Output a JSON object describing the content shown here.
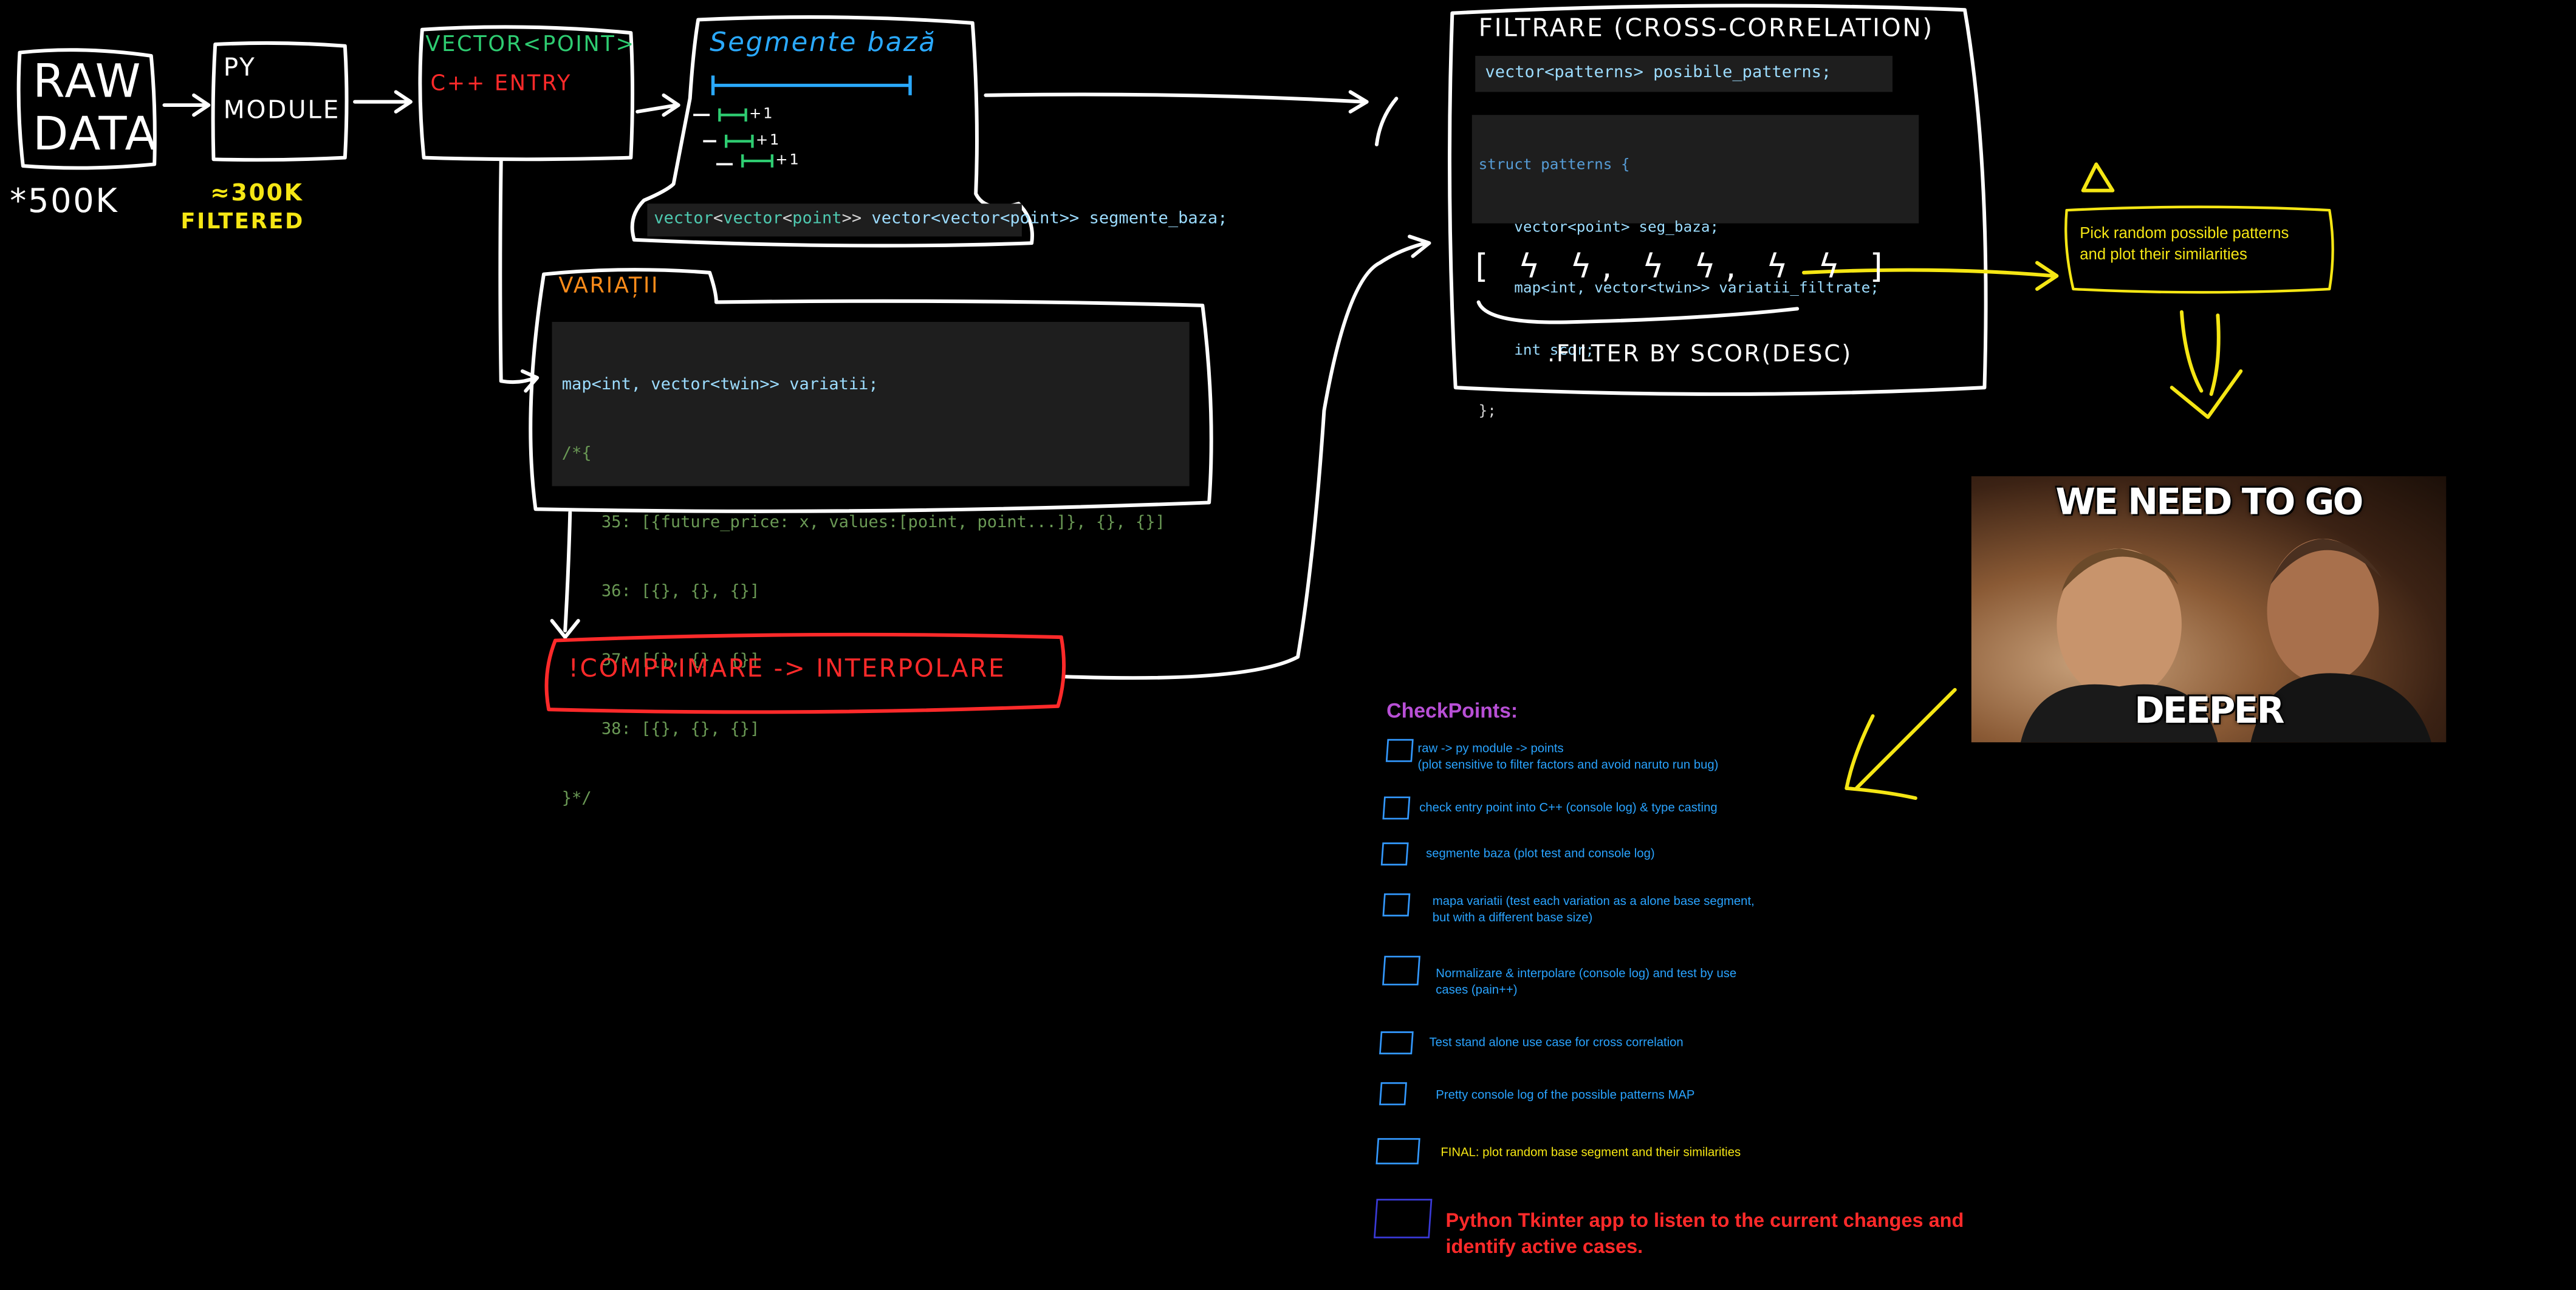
{
  "raw": {
    "label_line1": "RAW",
    "label_line2": "DATA",
    "count": "*500K"
  },
  "py": {
    "label_line1": "PY",
    "label_line2": "MODULE",
    "count": "≈300K",
    "sub": "FILTERED"
  },
  "entry": {
    "title": "VECTOR<POINT>",
    "sub": "C++ ENTRY"
  },
  "segmente": {
    "title": "Segmente bază",
    "marks": [
      "+1",
      "+1",
      "+1"
    ],
    "code": "vector<vector<point>> segmente_baza;"
  },
  "variatii": {
    "title": "VARIAȚII",
    "code_decl": "map<int, vector<twin>> variatii;",
    "code_lines": [
      "/*{",
      "    35: [{future_price: x, values:[point, point...]}, {}, {}]",
      "    36: [{}, {}, {}]",
      "    37: [{}, {}, {}]",
      "    38: [{}, {}, {}]",
      "}*/"
    ]
  },
  "compress": {
    "label": "!COMPRIMARE -> INTERPOLARE"
  },
  "filtrare": {
    "title": "FILTRARE (CROSS-CORRELATION)",
    "code1": "vector<patterns> posibile_patterns;",
    "struct_lines": [
      "struct patterns {",
      "    vector<point> seg_baza;",
      "    map<int, vector<twin>> variatii_filtrate;",
      "    int scor;",
      "};"
    ],
    "sketch": "[ ϟ ϟ, ϟ ϟ, ϟ ϟ ]",
    "filter_label": ".FILTER BY SCOR(DESC)"
  },
  "note": {
    "text_line1": "Pick random possible patterns",
    "text_line2": "and plot their similarities"
  },
  "meme": {
    "top": "WE NEED TO GO",
    "bottom": "DEEPER"
  },
  "checkpoints": {
    "title": "CheckPoints:",
    "items": [
      "raw -> py module -> points\n(plot sensitive to filter factors and avoid naruto run bug)",
      "check entry point into C++ (console log) & type casting",
      "segmente baza (plot test and console log)",
      "mapa variatii (test each variation as a alone base segment,\nbut with a different base size)",
      "Normalizare & interpolare (console log) and test by use\ncases (pain++)",
      "Test stand alone use case for cross correlation",
      "Pretty console log of the possible patterns MAP",
      "FINAL: plot random base segment and their similarities",
      "Python Tkinter app to listen to the current changes and\nidentify active cases."
    ]
  },
  "colors": {
    "ink": "#ffffff",
    "green": "#2ecc71",
    "red": "#ff2a2a",
    "orange": "#ff8c1a",
    "cyan": "#2aa9ff",
    "yellow": "#f5e614",
    "purple": "#b84fd6",
    "navy": "#3a3ad6"
  }
}
